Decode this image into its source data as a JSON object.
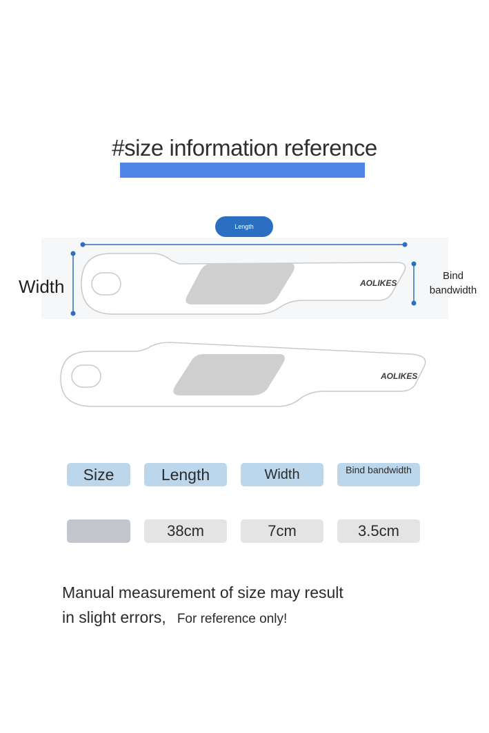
{
  "header": {
    "title": "#size information reference",
    "accent_color": "#4f86e6"
  },
  "diagram": {
    "length_label": "Length",
    "width_label": "Width",
    "bind_label_line1": "Bind",
    "bind_label_line2": "bandwidth",
    "brand": "AOLIKES",
    "line_color": "#2b6fc2"
  },
  "table": {
    "headers": [
      "Size",
      "Length",
      "Width",
      "Bind bandwidth"
    ],
    "values": [
      "38cm",
      "7cm",
      "3.5cm"
    ],
    "header_color": "#bcd6ec",
    "value_color": "#e4e4e4"
  },
  "note": {
    "line1": "Manual measurement of size may result",
    "line2": "in slight errors,",
    "line2_sub": "For reference only!"
  }
}
